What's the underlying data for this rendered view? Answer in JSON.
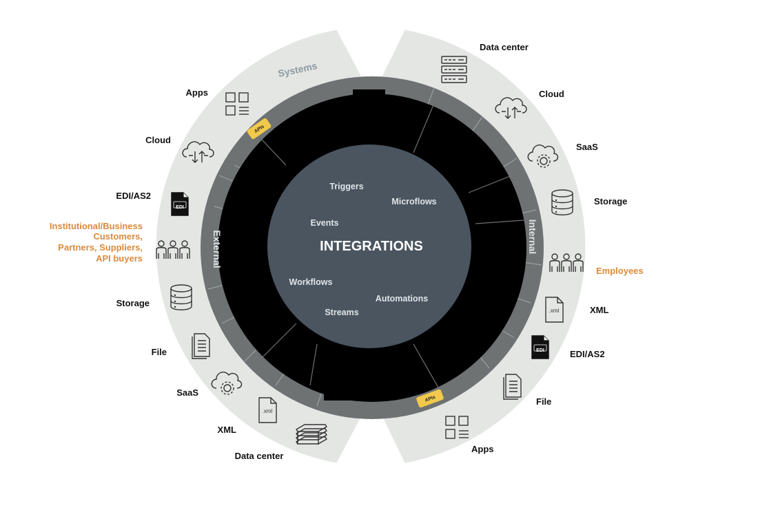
{
  "diagram": {
    "title": "INTEGRATIONS",
    "core_terms": [
      "Triggers",
      "Microflows",
      "Events",
      "Workflows",
      "Automations",
      "Streams"
    ],
    "ring_titles": {
      "top": "Systems",
      "left": "External",
      "right": "Internal"
    },
    "api_badge": "APIs",
    "left_items": [
      {
        "label": "Apps",
        "icon": "apps-grid-icon"
      },
      {
        "label": "Cloud",
        "icon": "cloud-transfer-icon"
      },
      {
        "label": "EDI/AS2",
        "icon": "edi-file-icon"
      },
      {
        "label": "Institutional/Business Customers, Partners, Suppliers, API buyers",
        "icon": "people-group-icon",
        "lines": [
          "Institutional/Business",
          "Customers,",
          "Partners, Suppliers,",
          "API buyers"
        ]
      },
      {
        "label": "Storage",
        "icon": "database-icon"
      },
      {
        "label": "File",
        "icon": "document-icon"
      },
      {
        "label": "SaaS",
        "icon": "cloud-gear-icon"
      },
      {
        "label": "XML",
        "icon": "xml-file-icon"
      },
      {
        "label": "Data center",
        "icon": "server-rack-icon"
      }
    ],
    "right_items": [
      {
        "label": "Data center",
        "icon": "server-rack-icon"
      },
      {
        "label": "Cloud",
        "icon": "cloud-transfer-icon"
      },
      {
        "label": "SaaS",
        "icon": "cloud-gear-icon"
      },
      {
        "label": "Storage",
        "icon": "database-icon"
      },
      {
        "label": "Employees",
        "icon": "people-group-icon"
      },
      {
        "label": "XML",
        "icon": "xml-file-icon"
      },
      {
        "label": "EDI/AS2",
        "icon": "edi-file-icon"
      },
      {
        "label": "File",
        "icon": "document-icon"
      },
      {
        "label": "Apps",
        "icon": "apps-grid-icon"
      }
    ],
    "icon_texts": {
      "edi": "EDI",
      "xml": ".xml"
    },
    "colors": {
      "outer_ring": "#e4e6e4",
      "mid_ring": "#6e7273",
      "inner_ring": "#000000",
      "core": "#4a5560",
      "api_badge": "#f2c94c",
      "highlight_text": "#d98a3d"
    }
  }
}
